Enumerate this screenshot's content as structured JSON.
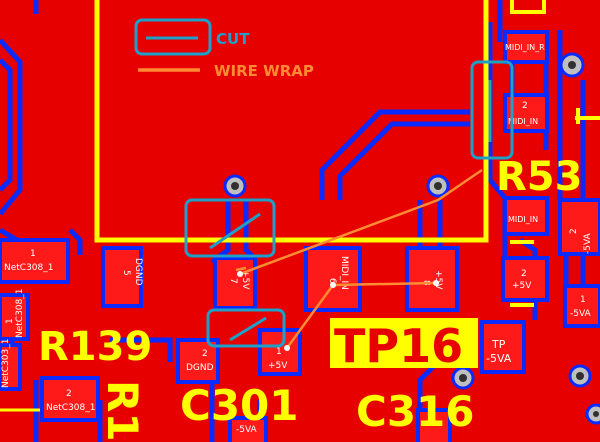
{
  "legend": {
    "cut_label": "CUT",
    "wire_wrap_label": "WIRE WRAP",
    "cut_color": "#1ea0c8",
    "wire_wrap_color": "#ff8c32"
  },
  "colors": {
    "board": "#e60000",
    "copper": "#0a2aff",
    "silkscreen": "#ffff00",
    "pad": "#ff1a1a",
    "via_ring": "#bfbfbf"
  },
  "designators": {
    "r53": "R53",
    "r139": "R139",
    "tp16": "TP16",
    "c301": "C301",
    "c316": "C316",
    "r1": "R1"
  },
  "pads": {
    "midi_in_r": "MIDI_IN_R",
    "p2": "2",
    "p2_net": "MIDI_IN",
    "p1_net": "MIDI_IN",
    "netc308_1_num": "1",
    "netc308_1_net": "NetC308_1",
    "dgnd5_num": "5",
    "dgnd5_net": "DGND",
    "p7_num": "7",
    "p7_net": "+5V",
    "midi6_num": "6",
    "midi6_net": "MIDI_IN",
    "p8_num": "8",
    "p8_net": "+5V",
    "r_p2_num": "2",
    "r_p2_net": "+5V",
    "dgnd2_num": "2",
    "dgnd2_net": "DGND",
    "p1_5v_num": "1",
    "p1_5v_net": "+5V",
    "tp_label": "TP",
    "tp_net": "-5VA",
    "right_2_num": "2",
    "right_2_net": "-5VA",
    "right_1_num": "1",
    "right_1_net": "-5VA",
    "right_1b_num": "1",
    "right_1b_net": "-5VA",
    "netc308_left_num": "1",
    "netc308_left_net": "NetC308_1",
    "netc303_num": "1",
    "netc303_net": "NetC303_1",
    "netc308_bot_num": "2",
    "netc308_bot_net": "NetC308_1",
    "bottom_5va": "-5VA"
  }
}
